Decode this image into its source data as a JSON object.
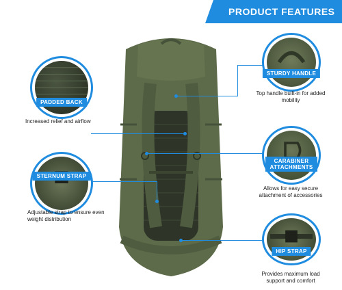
{
  "header": {
    "title": "PRODUCT FEATURES"
  },
  "features": [
    {
      "key": "padded_back",
      "label": "PADDED BACK",
      "description": "Increased relief and airflow"
    },
    {
      "key": "sternum_strap",
      "label": "STERNUM STRAP",
      "description": "Adjustable strap to ensure even weight distribution"
    },
    {
      "key": "sturdy_handle",
      "label": "STURDY HANDLE",
      "description": "Top handle built-in for added mobility"
    },
    {
      "key": "carabiner",
      "label": "CARABINER ATTACHMENTS",
      "description": "Allows for easy secure attachment of accessories"
    },
    {
      "key": "hip_strap",
      "label": "HIP STRAP",
      "description": "Provides maximum load support and comfort"
    }
  ],
  "colors": {
    "accent": "#1f8ce0",
    "bag": "#5d6b4a",
    "bag_dark": "#46523a"
  }
}
